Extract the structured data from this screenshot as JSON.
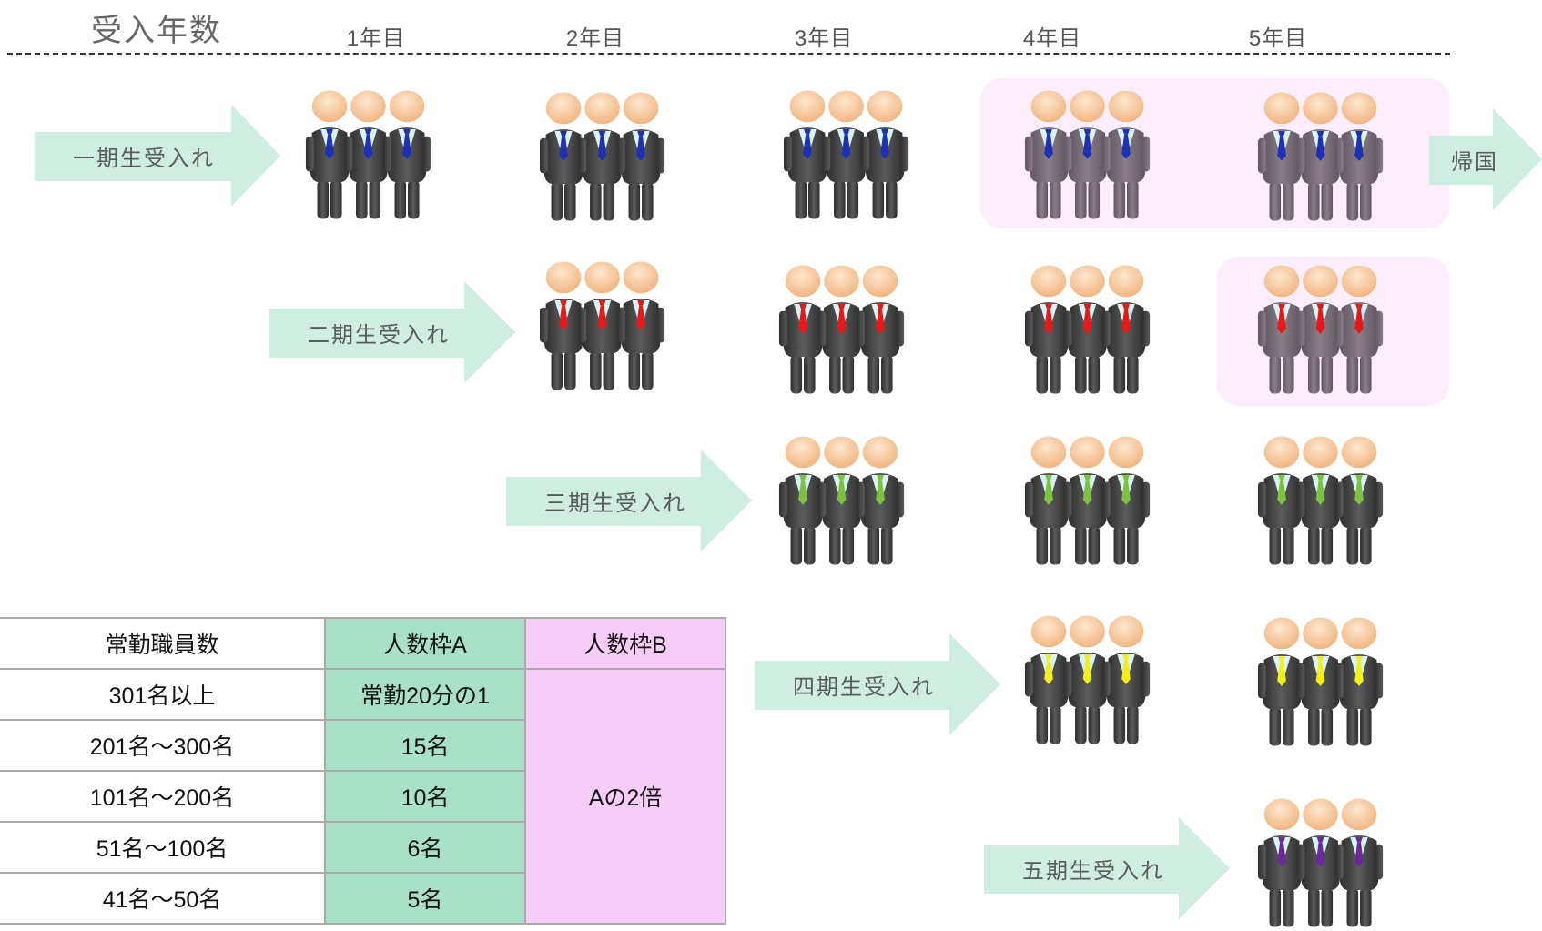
{
  "header": {
    "title": "受入年数",
    "years": [
      "1年目",
      "2年目",
      "3年目",
      "4年目",
      "5年目"
    ]
  },
  "cohorts": [
    {
      "label": "一期生受入れ",
      "tie_color": "#1f2fb8",
      "years_present": [
        1,
        2,
        3,
        4,
        5
      ],
      "faded_years": [
        4,
        5
      ]
    },
    {
      "label": "二期生受入れ",
      "tie_color": "#e81818",
      "years_present": [
        2,
        3,
        4,
        5
      ],
      "faded_years": [
        5
      ]
    },
    {
      "label": "三期生受入れ",
      "tie_color": "#7cc241",
      "years_present": [
        3,
        4,
        5
      ],
      "faded_years": []
    },
    {
      "label": "四期生受入れ",
      "tie_color": "#f3ef1a",
      "years_present": [
        4,
        5
      ],
      "faded_years": []
    },
    {
      "label": "五期生受入れ",
      "tie_color": "#6a2a9c",
      "years_present": [
        5
      ],
      "faded_years": []
    }
  ],
  "return_label": "帰国",
  "colors": {
    "arrow": "#cdeee0",
    "highlight_panel": "#fdeefc",
    "col_a": "#a9e0c8",
    "col_b": "#f8ccf8"
  },
  "quota_table": {
    "headers": [
      "常勤職員数",
      "人数枠A",
      "人数枠B"
    ],
    "rows": [
      [
        "301名以上",
        "常勤20分の1"
      ],
      [
        "201名～300名",
        "15名"
      ],
      [
        "101名～200名",
        "10名"
      ],
      [
        "51名～100名",
        "6名"
      ],
      [
        "41名～50名",
        "5名"
      ]
    ],
    "merged_b": "Aの2倍"
  }
}
